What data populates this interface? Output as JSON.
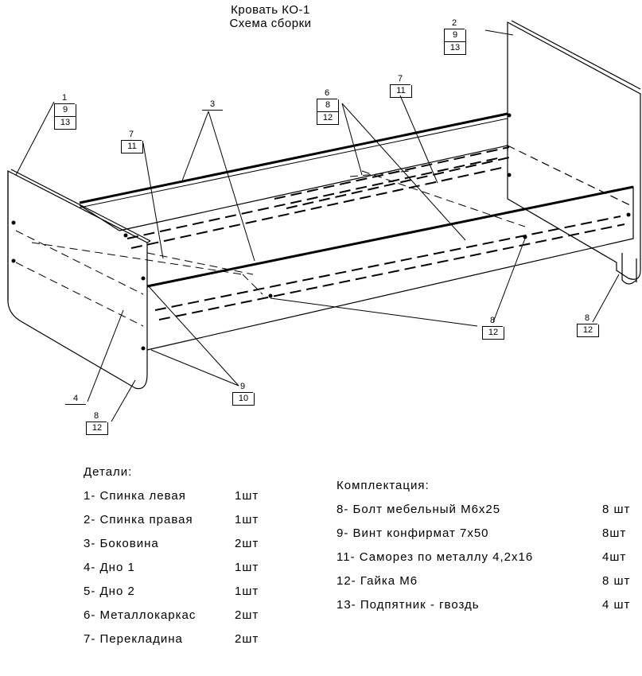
{
  "title": {
    "line1": "Кровать КО-1",
    "line2": "Схема сборки"
  },
  "callouts": {
    "c1": [
      "1",
      "9",
      "13"
    ],
    "c2": [
      "2",
      "9",
      "13"
    ],
    "c3": "3",
    "c4": "4",
    "c6": [
      "6",
      "8",
      "12"
    ],
    "c7a": [
      "7",
      "11"
    ],
    "c7b": [
      "7",
      "11"
    ],
    "c8a": [
      "8",
      "12"
    ],
    "c8b": [
      "8",
      "12"
    ],
    "c8c": [
      "8",
      "12"
    ],
    "c9": [
      "9",
      "10"
    ]
  },
  "parts": {
    "heading": "Детали:",
    "items": [
      {
        "label": "1- Спинка левая",
        "qty": "1шт"
      },
      {
        "label": "2- Спинка правая",
        "qty": "1шт"
      },
      {
        "label": "3- Боковина",
        "qty": "2шт"
      },
      {
        "label": "4- Дно 1",
        "qty": "1шт"
      },
      {
        "label": "5- Дно 2",
        "qty": "1шт"
      },
      {
        "label": "6- Металлокаркас",
        "qty": "2шт"
      },
      {
        "label": "7- Перекладина",
        "qty": "2шт"
      }
    ]
  },
  "kit": {
    "heading": "Комплектация:",
    "items": [
      {
        "label": "8- Болт мебельный М6х25",
        "qty": "8 шт"
      },
      {
        "label": "9- Винт конфирмат 7х50",
        "qty": "8шт"
      },
      {
        "label": "11- Саморез по металлу 4,2х16",
        "qty": "4шт"
      },
      {
        "label": "12- Гайка М6",
        "qty": "8 шт"
      },
      {
        "label": "13- Подпятник - гвоздь",
        "qty": "4 шт"
      }
    ]
  }
}
